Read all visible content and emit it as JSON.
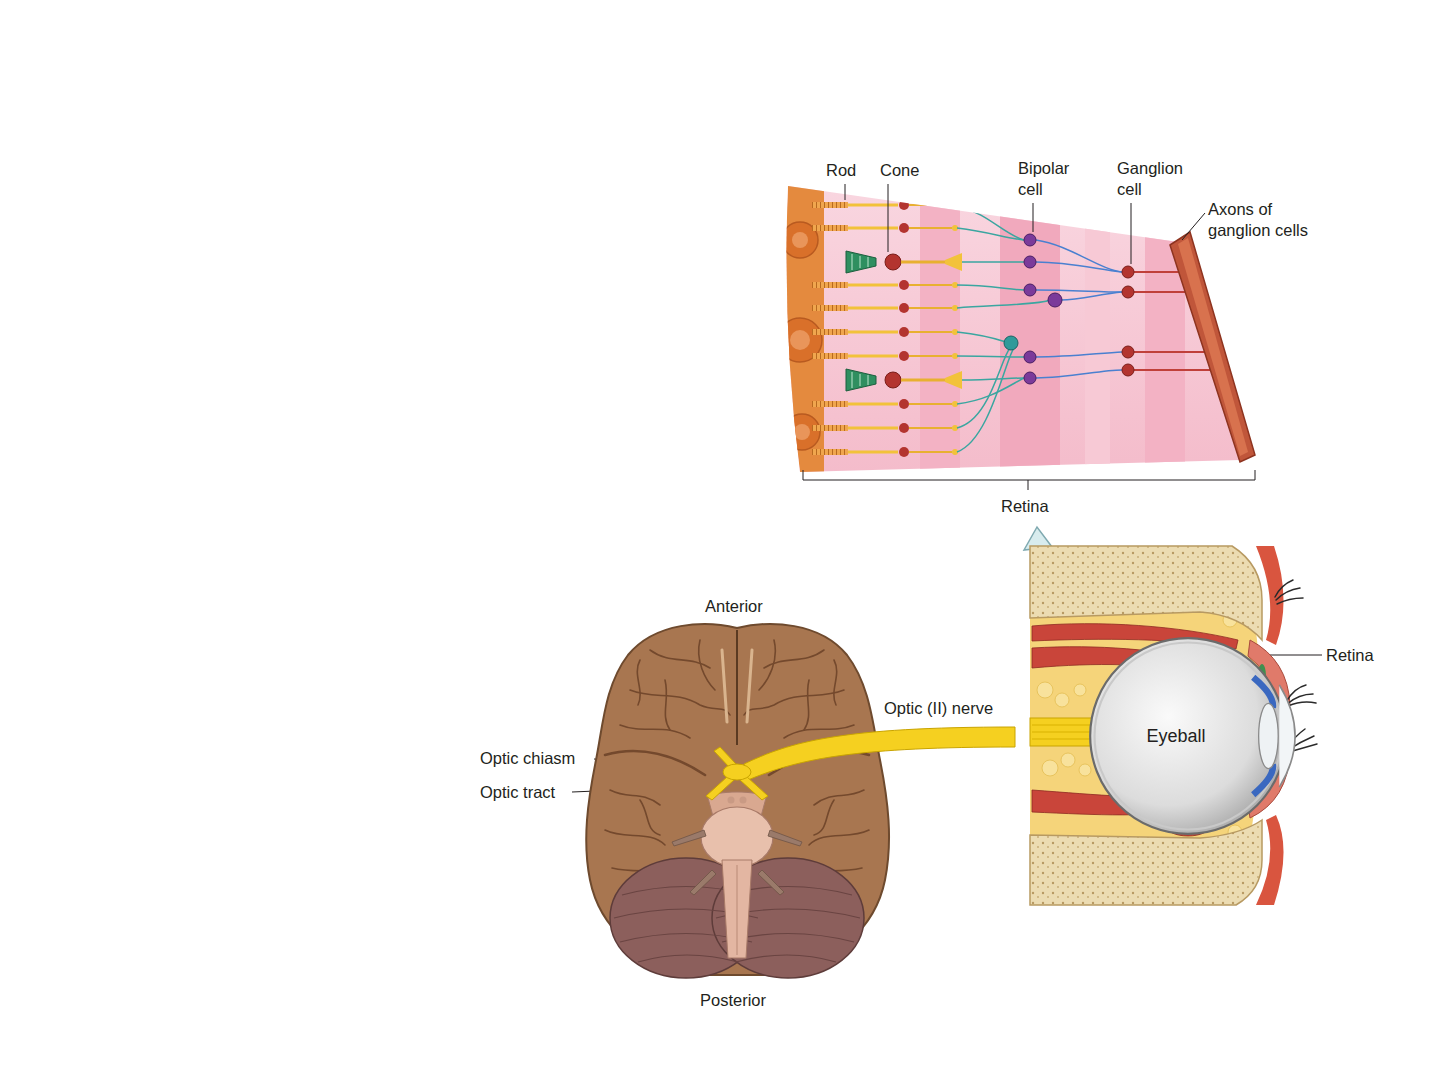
{
  "diagram": {
    "nodes": [
      {
        "text": [
          "Eyeball"
        ]
      }
    ],
    "labels": [
      "Rod",
      "Cone",
      "Bipolar cell",
      "Ganglion cell",
      "Axons of ganglion cells",
      "Retina",
      "Anterior",
      "Optic (II) nerve",
      "Optic chiasm",
      "Optic tract",
      "Retina",
      "Posterior"
    ]
  }
}
